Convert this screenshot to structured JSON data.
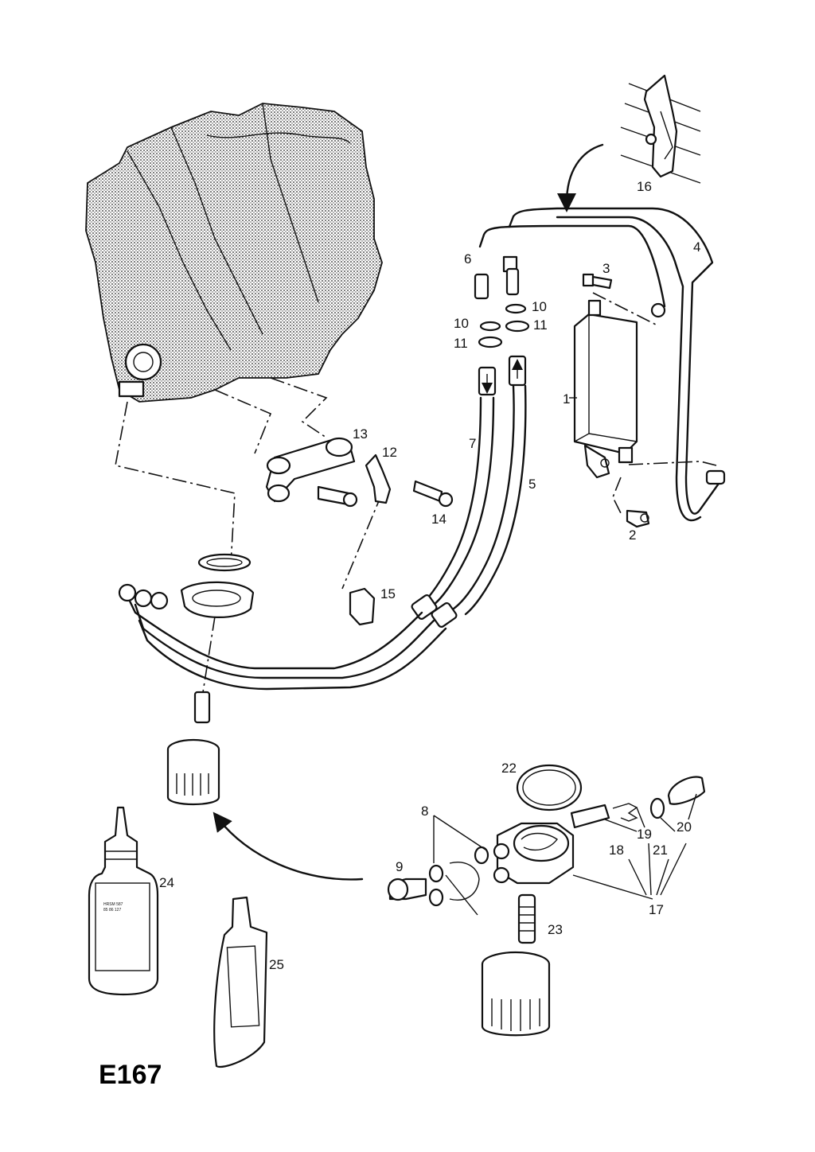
{
  "diagram": {
    "code": "E167",
    "callouts": [
      {
        "id": "c1",
        "text": "1"
      },
      {
        "id": "c2",
        "text": "2"
      },
      {
        "id": "c3",
        "text": "3"
      },
      {
        "id": "c4",
        "text": "4"
      },
      {
        "id": "c5",
        "text": "5"
      },
      {
        "id": "c6",
        "text": "6"
      },
      {
        "id": "c7",
        "text": "7"
      },
      {
        "id": "c8",
        "text": "8"
      },
      {
        "id": "c9",
        "text": "9"
      },
      {
        "id": "c10a",
        "text": "10"
      },
      {
        "id": "c10b",
        "text": "10"
      },
      {
        "id": "c11a",
        "text": "11"
      },
      {
        "id": "c11b",
        "text": "11"
      },
      {
        "id": "c12",
        "text": "12"
      },
      {
        "id": "c13",
        "text": "13"
      },
      {
        "id": "c14",
        "text": "14"
      },
      {
        "id": "c15",
        "text": "15"
      },
      {
        "id": "c16",
        "text": "16"
      },
      {
        "id": "c17",
        "text": "17"
      },
      {
        "id": "c18",
        "text": "18"
      },
      {
        "id": "c19",
        "text": "19"
      },
      {
        "id": "c20",
        "text": "20"
      },
      {
        "id": "c21",
        "text": "21"
      },
      {
        "id": "c22",
        "text": "22"
      },
      {
        "id": "c23",
        "text": "23"
      },
      {
        "id": "c24",
        "text": "24"
      },
      {
        "id": "c25",
        "text": "25"
      }
    ]
  }
}
